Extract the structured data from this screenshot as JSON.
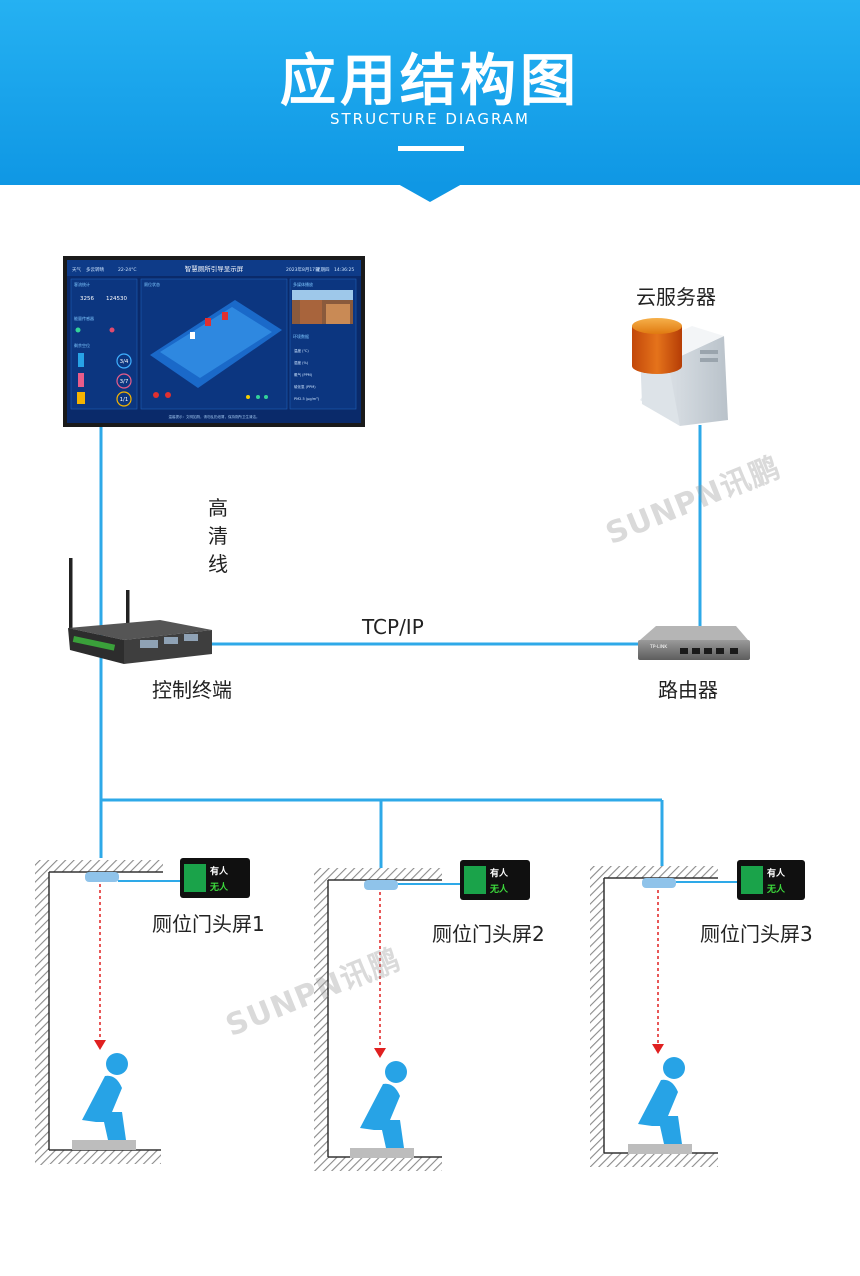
{
  "header": {
    "title": "应用结构图",
    "subtitle": "STRUCTURE DIAGRAM"
  },
  "nodes": {
    "cloud_server": "云服务器",
    "hdmi_cable": "高清线",
    "control_terminal": "控制终端",
    "router": "路由器",
    "router_brand": "TP-LINK"
  },
  "links": {
    "tcpip": "TCP/IP"
  },
  "toilet_screens": [
    {
      "label": "厕位门头屏1"
    },
    {
      "label": "厕位门头屏2"
    },
    {
      "label": "厕位门头屏3"
    }
  ],
  "door_screen": {
    "occupied": "有人",
    "vacant": "无人"
  },
  "watermark": "SUNPN讯鹏",
  "dashboard": {
    "title": "智慧厕所引导显示屏",
    "weather_label": "天气",
    "weather_value": "多云转晴",
    "temperature": "22-24°C",
    "date": "2023年8月17日",
    "weekday": "星期四",
    "time": "14:36:25",
    "panel_visitors": "客流统计",
    "visitors_today": "3256",
    "visitors_total": "124530",
    "panel_sensors": "能量传感器",
    "panel_stalls": "剩余空位",
    "stall_counts": [
      "3/4",
      "3/7",
      "1/1"
    ],
    "panel_map": "厕位状态",
    "panel_media": "多媒体播放",
    "panel_env": "环境数据",
    "env_rows": [
      "温度 (℃)",
      "湿度 (%)",
      "氨气 (PPM)",
      "硫化氢 (PPM)",
      "PM2.5 (μg/m³)"
    ],
    "footer": "温馨提示：文明如厕，请勿乱扔纸屑，保持厕所卫生清洁。"
  },
  "colors": {
    "banner": "#1aa3ec",
    "connector": "#2ea9e8",
    "person": "#27a3e6",
    "arrow": "#e02020",
    "screen_bg": "#0a2a6a",
    "door_green": "#3ddc3d"
  }
}
